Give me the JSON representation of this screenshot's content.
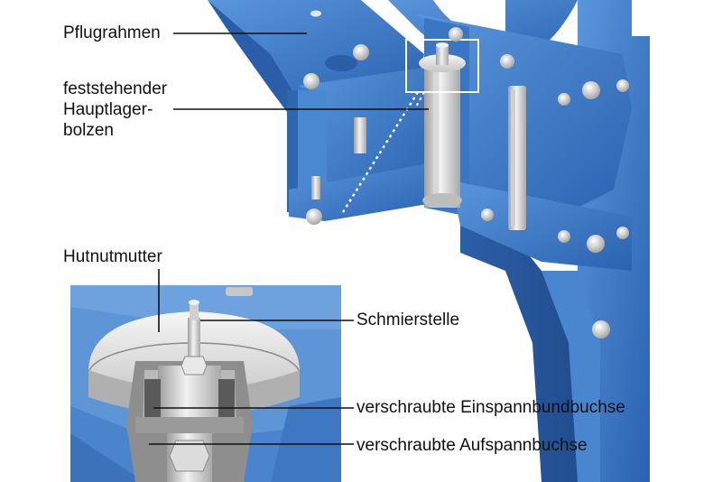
{
  "labels": {
    "pflugrahmen": "Pflugrahmen",
    "hauptlager_line1": "feststehender",
    "hauptlager_line2": "Hauptlager-",
    "hauptlager_line3": "bolzen",
    "hutnutmutter": "Hutnutmutter",
    "schmierstelle": "Schmierstelle",
    "einspannbundbuchse": "verschraubte Einspannbundbuchse",
    "aufspannbuchse": "verschraubte Aufspannbuchse"
  },
  "colors": {
    "frame_blue": "#3a78c4",
    "frame_blue_dark": "#24549a",
    "steel_light": "#e4e4e4",
    "steel_dark": "#9a9a9a"
  }
}
